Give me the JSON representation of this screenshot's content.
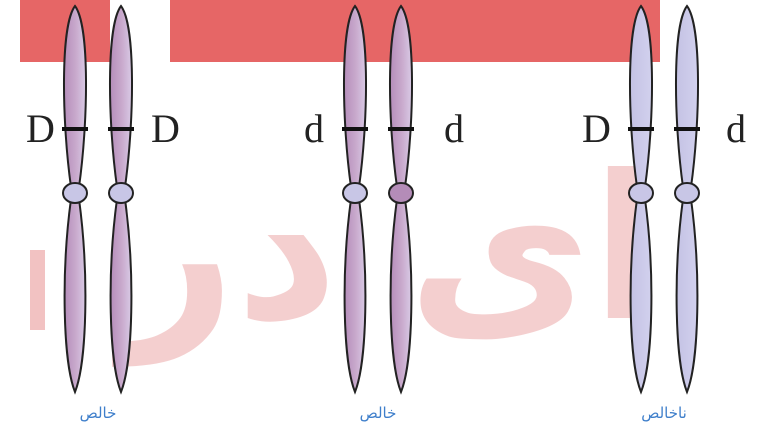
{
  "watermark": {
    "text": "ای در",
    "color_main": "#f0bcbc",
    "color_bars": "#e24b4b",
    "color_faint": "#ececec"
  },
  "colors": {
    "chromatid_blue": "#c8c6e6",
    "chromatid_pink": "#b48cb8",
    "outline": "#222222",
    "band": "#111111",
    "caption": "#3f7fcb"
  },
  "pairs": [
    {
      "left_allele": "D",
      "right_allele": "D",
      "caption": "خالص",
      "chromatids": [
        "pink",
        "pink"
      ],
      "centromeres": [
        "blue",
        "blue"
      ]
    },
    {
      "left_allele": "d",
      "right_allele": "d",
      "caption": "خالص",
      "chromatids": [
        "pink",
        "pink"
      ],
      "centromeres": [
        "blue",
        "pink"
      ]
    },
    {
      "left_allele": "D",
      "right_allele": "d",
      "caption": "ناخالص",
      "chromatids": [
        "blue",
        "blue"
      ],
      "centromeres": [
        "blue",
        "blue"
      ]
    }
  ]
}
